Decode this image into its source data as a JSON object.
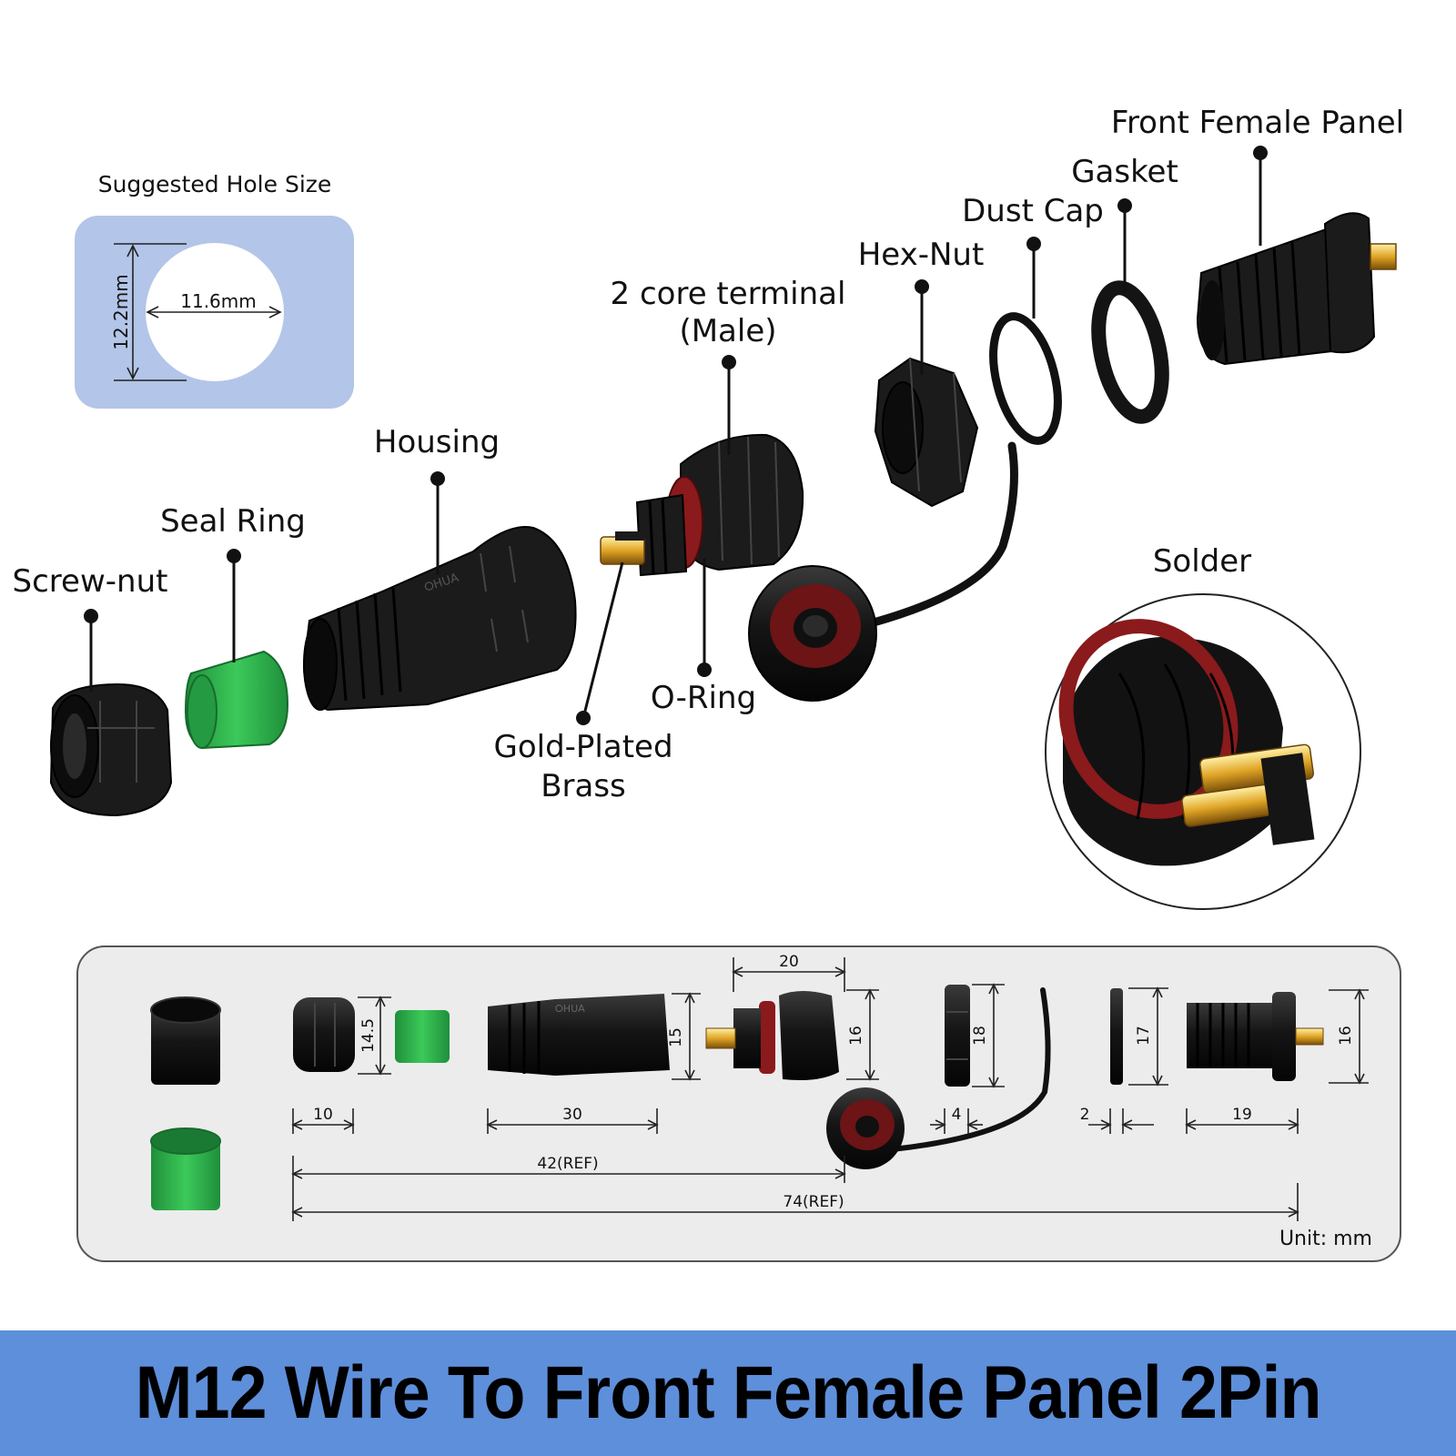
{
  "labels": {
    "front_female_panel": "Front Female Panel",
    "gasket": "Gasket",
    "dust_cap": "Dust Cap",
    "hex_nut": "Hex-Nut",
    "core_terminal_line1": "2 core terminal",
    "core_terminal_line2": "(Male)",
    "housing": "Housing",
    "seal_ring": "Seal Ring",
    "screw_nut": "Screw-nut",
    "o_ring": "O-Ring",
    "gold_plated_line1": "Gold-Plated",
    "gold_plated_line2": "Brass",
    "solder": "Solder"
  },
  "hole": {
    "title": "Suggested Hole Size",
    "width": "11.6mm",
    "height": "12.2mm"
  },
  "dimensions": {
    "unit_label": "Unit: mm",
    "screw_nut_height": "14.5",
    "screw_nut_width": "10",
    "housing_height": "15",
    "housing_width": "30",
    "terminal_width": "20",
    "terminal_height": "16",
    "hex_nut_height": "18",
    "hex_nut_thickness": "4",
    "gasket_height": "17",
    "gasket_thickness": "2",
    "panel_height": "16",
    "panel_width": "19",
    "overall_ref_1": "42(REF)",
    "overall_ref_2": "74(REF)"
  },
  "title": "M12 Wire To Front Female Panel 2Pin",
  "colors": {
    "hole_panel": "#b3c5e8",
    "seal_green": "#2fb44c",
    "o_ring_red": "#8a1a1c",
    "brass_gold": "#e0a526",
    "spec_panel": "#ececec",
    "banner_blue": "#5e8fdb"
  }
}
